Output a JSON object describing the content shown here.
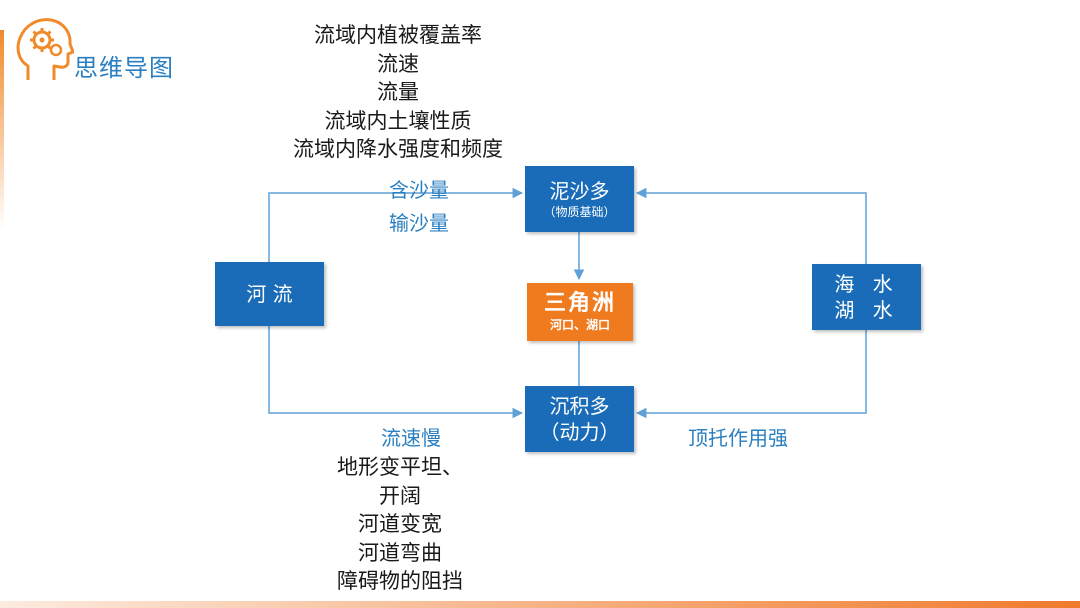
{
  "header": {
    "title": "思维导图",
    "icon": "head-gears-icon"
  },
  "nodes": {
    "river": {
      "label": "河 流"
    },
    "sediment": {
      "label": "泥沙多",
      "sub": "（物质基础）"
    },
    "delta": {
      "label": "三角洲",
      "sub": "河口、湖口"
    },
    "deposition": {
      "label": "沉积多",
      "sub": "（动力）"
    },
    "sea": {
      "line1": "海 水",
      "line2": "湖 水"
    }
  },
  "top_factors": [
    "流域内植被覆盖率",
    "流速",
    "流量",
    "流域内土壤性质",
    "流域内降水强度和频度"
  ],
  "edge_labels": {
    "sand_content": "含沙量",
    "sand_transport": "输沙量",
    "slow_flow": "流速慢",
    "backwater": "顶托作用强"
  },
  "bottom_factors": [
    "地形变平坦、",
    "开阔",
    "河道变宽",
    "河道弯曲",
    "障碍物的阻挡"
  ],
  "colors": {
    "node_blue": "#1a6cb8",
    "node_orange": "#f07a1e",
    "text_blue": "#2a7fc0",
    "connector": "#5fa0d8"
  }
}
